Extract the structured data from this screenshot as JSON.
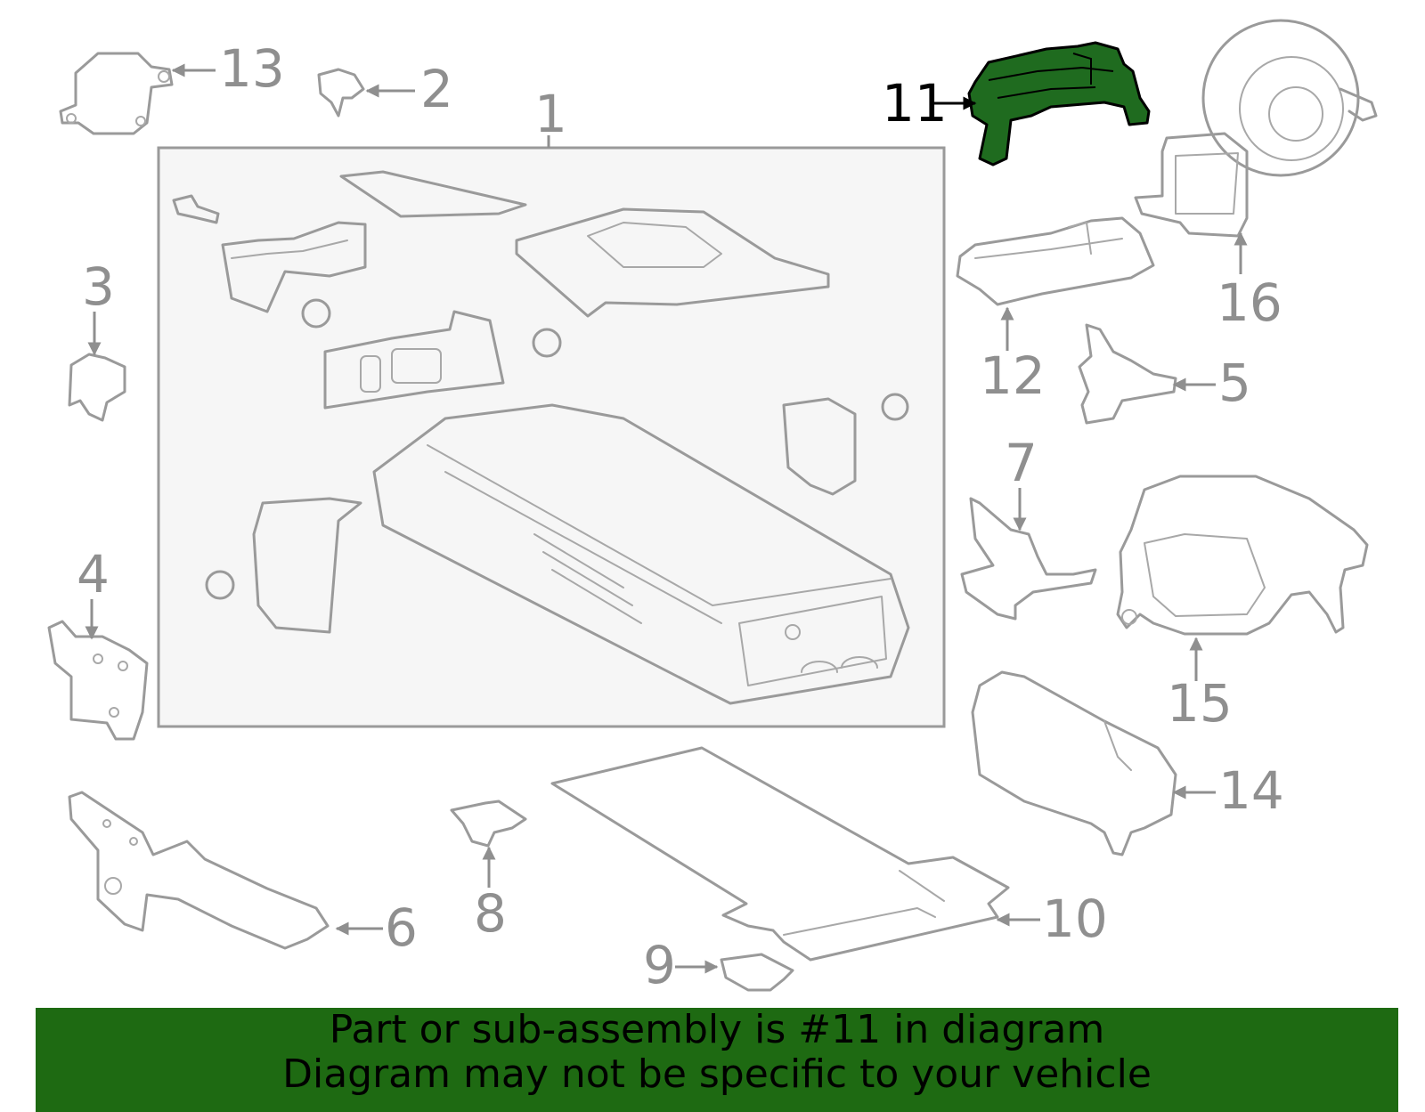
{
  "diagram": {
    "callouts": [
      "1",
      "2",
      "3",
      "4",
      "5",
      "6",
      "7",
      "8",
      "9",
      "10",
      "11",
      "12",
      "13",
      "14",
      "15",
      "16"
    ],
    "highlighted_callout": "11",
    "highlight_color": "#1f6b1f",
    "line_color": "#9a9a9a"
  },
  "banner": {
    "line1": "Part or sub-assembly is #11 in diagram",
    "line2": "Diagram may not be specific to your vehicle",
    "background": "#1e6a12"
  }
}
